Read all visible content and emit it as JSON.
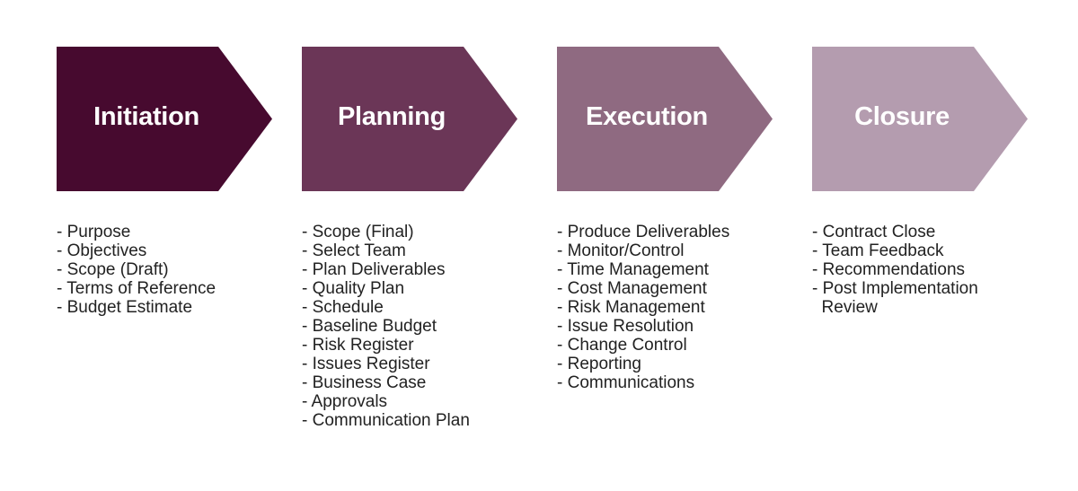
{
  "phases": [
    {
      "title": "Initiation",
      "color": "#470a2f",
      "items": [
        "- Purpose",
        "- Objectives",
        "- Scope (Draft)",
        "- Terms of Reference",
        "- Budget Estimate"
      ]
    },
    {
      "title": "Planning",
      "color": "#6b3657",
      "items": [
        "- Scope (Final)",
        "- Select Team",
        "- Plan Deliverables",
        "- Quality Plan",
        "- Schedule",
        "- Baseline Budget",
        "- Risk Register",
        "- Issues Register",
        "- Business Case",
        "- Approvals",
        "- Communication Plan"
      ]
    },
    {
      "title": "Execution",
      "color": "#8f6a81",
      "items": [
        "- Produce Deliverables",
        "- Monitor/Control",
        "- Time Management",
        "- Cost Management",
        "- Risk Management",
        "- Issue Resolution",
        "- Change Control",
        "- Reporting",
        "- Communications"
      ]
    },
    {
      "title": "Closure",
      "color": "#b49caf",
      "items": [
        "- Contract Close",
        "- Team Feedback",
        "- Recommendations",
        "- Post Implementation",
        "  Review"
      ]
    }
  ]
}
